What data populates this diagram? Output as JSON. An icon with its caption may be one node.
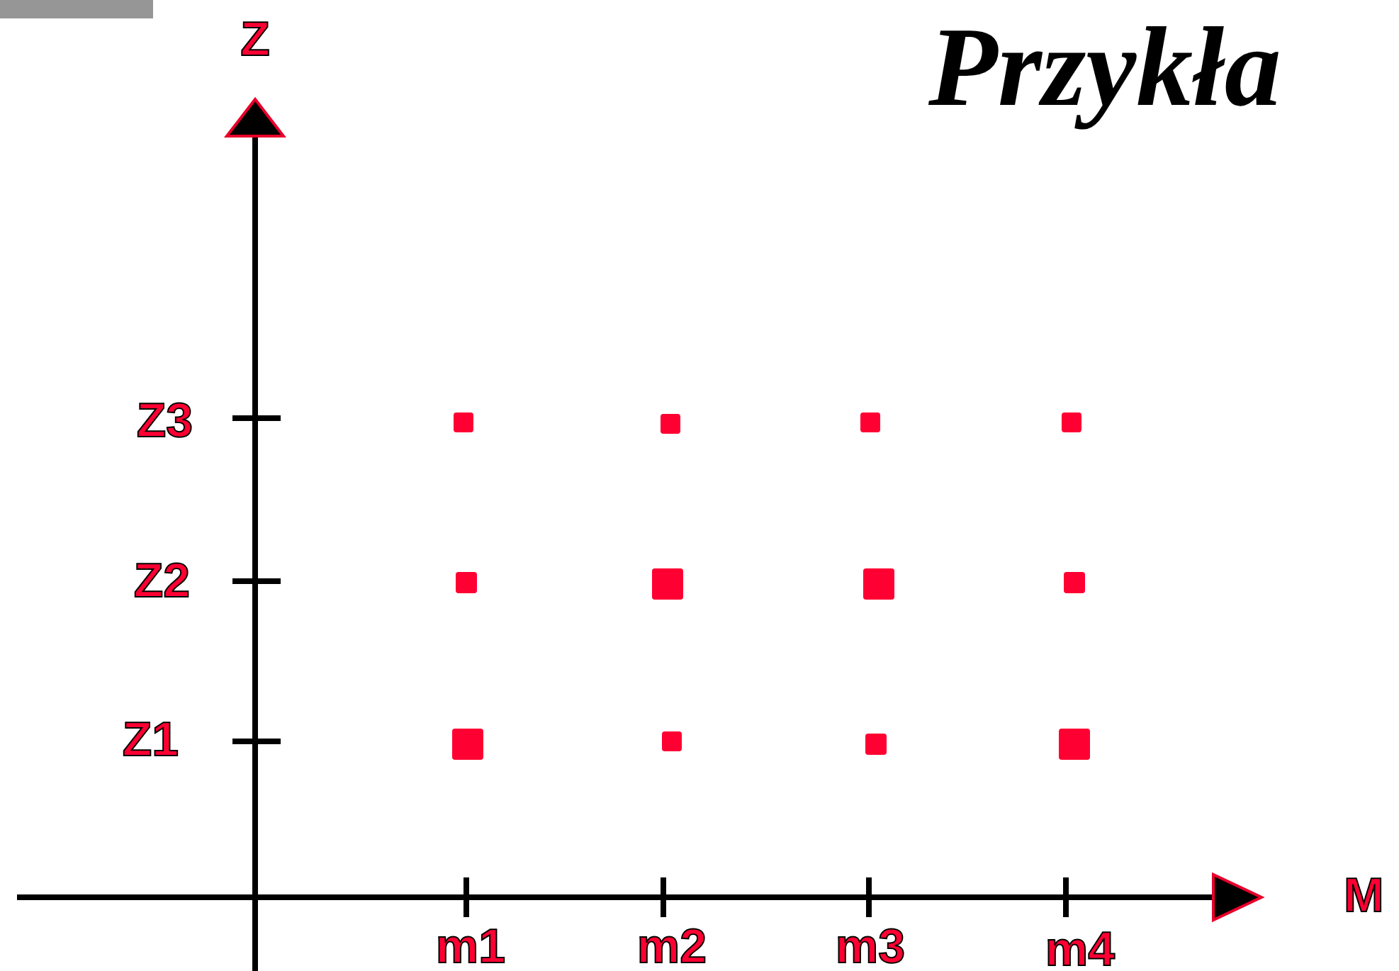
{
  "diagram": {
    "title": "Przykła",
    "labels": [
      "Z",
      "Z3",
      "Z2",
      "Z1",
      "M",
      "m1",
      "m2",
      "m3",
      "m4"
    ]
  }
}
